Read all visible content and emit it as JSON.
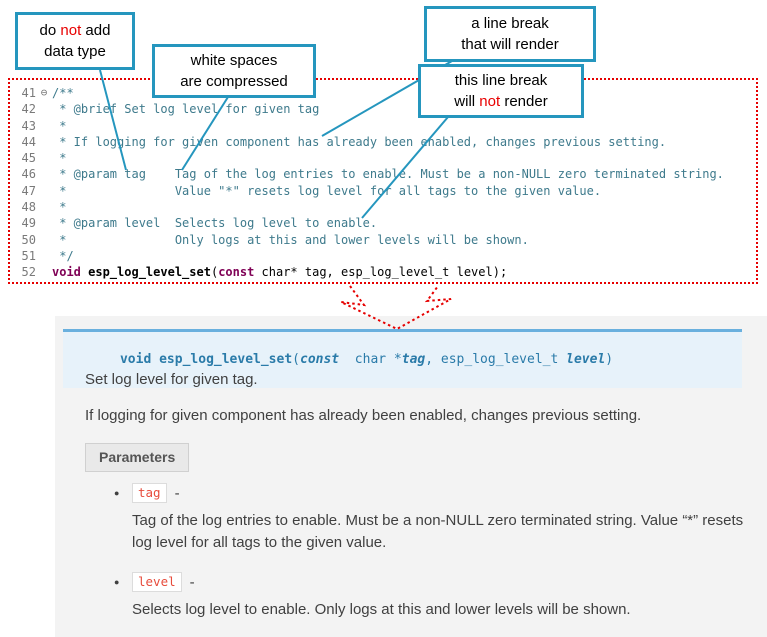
{
  "colors": {
    "callout_border": "#2596be",
    "dotted_arrow_red": "#e60000",
    "code_comment": "#3e7a8c",
    "code_keyword": "#7f0055",
    "signature_bg": "#e7f2fa",
    "signature_border": "#6ab0de",
    "signature_text": "#2a7ba9",
    "param_literal": "#e74c3c"
  },
  "callouts": {
    "datatype": {
      "pre": "do ",
      "not": "not",
      "post": " add",
      "line2": "data type"
    },
    "whitespace": {
      "line1": "white spaces",
      "line2": "are compressed"
    },
    "render": {
      "line1": "a line break",
      "line2": "that will render"
    },
    "norender": {
      "line1": "this line break",
      "pre": "will ",
      "not": "not",
      "post": " render"
    }
  },
  "code": {
    "fold": "⊖",
    "lines": [
      {
        "n": "41",
        "t": "/**"
      },
      {
        "n": "42",
        "t": " * @brief Set log level for given tag"
      },
      {
        "n": "43",
        "t": " *"
      },
      {
        "n": "44",
        "t": " * If logging for given component has already been enabled, changes previous setting."
      },
      {
        "n": "45",
        "t": " *"
      },
      {
        "n": "46",
        "t": " * @param tag    Tag of the log entries to enable. Must be a non-NULL zero terminated string."
      },
      {
        "n": "47",
        "t": " *               Value \"*\" resets log level for all tags to the given value."
      },
      {
        "n": "48",
        "t": " *"
      },
      {
        "n": "49",
        "t": " * @param level  Selects log level to enable."
      },
      {
        "n": "50",
        "t": " *               Only logs at this and lower levels will be shown."
      },
      {
        "n": "51",
        "t": " */"
      },
      {
        "n": "52"
      }
    ],
    "l52": {
      "k1": "void",
      "f": " esp_log_level_set",
      "open": "(",
      "k2": "const",
      "rest": " char* tag, esp_log_level_t level);"
    }
  },
  "docs": {
    "sig": {
      "kw1": "void ",
      "name": "esp_log_level_set",
      "open": "(",
      "kw2": "const",
      "type1": "  char *",
      "arg1": "tag",
      "comma": ", ",
      "type2": "esp_log_level_t ",
      "arg2": "level",
      "close": ")"
    },
    "para1": "Set log level for given tag.",
    "para2": "If logging for given component has already been enabled, changes previous setting.",
    "params_label": "Parameters",
    "bullet": "●",
    "items": [
      {
        "name": "tag",
        "dash": "-",
        "desc": "Tag of the log entries to enable. Must be a non-NULL zero terminated string. Value “*” resets log level for all tags to the given value."
      },
      {
        "name": "level",
        "dash": "-",
        "desc": "Selects log level to enable. Only logs at this and lower levels will be shown."
      }
    ]
  }
}
